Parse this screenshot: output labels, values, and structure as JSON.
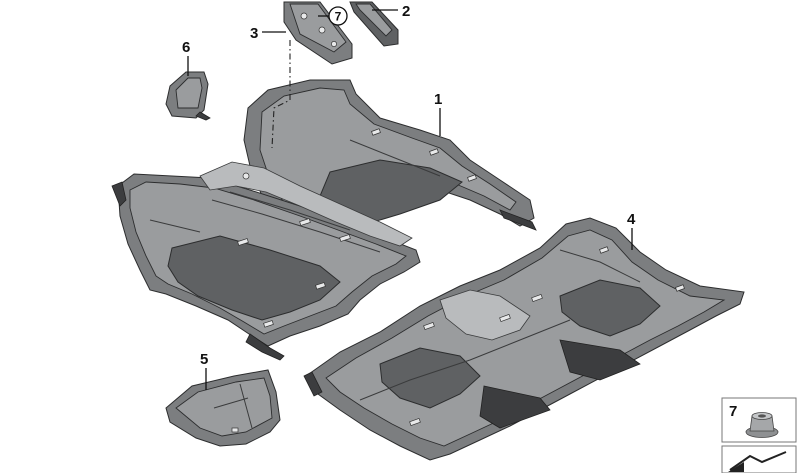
{
  "callouts": {
    "c1": "1",
    "c2": "2",
    "c3": "3",
    "c4": "4",
    "c5": "5",
    "c6": "6",
    "c7": "7",
    "legend7": "7"
  },
  "colors": {
    "part_fill": "#7c7e80",
    "part_dark": "#5f6163",
    "outline": "#2c2d2e",
    "background": "#ffffff"
  }
}
